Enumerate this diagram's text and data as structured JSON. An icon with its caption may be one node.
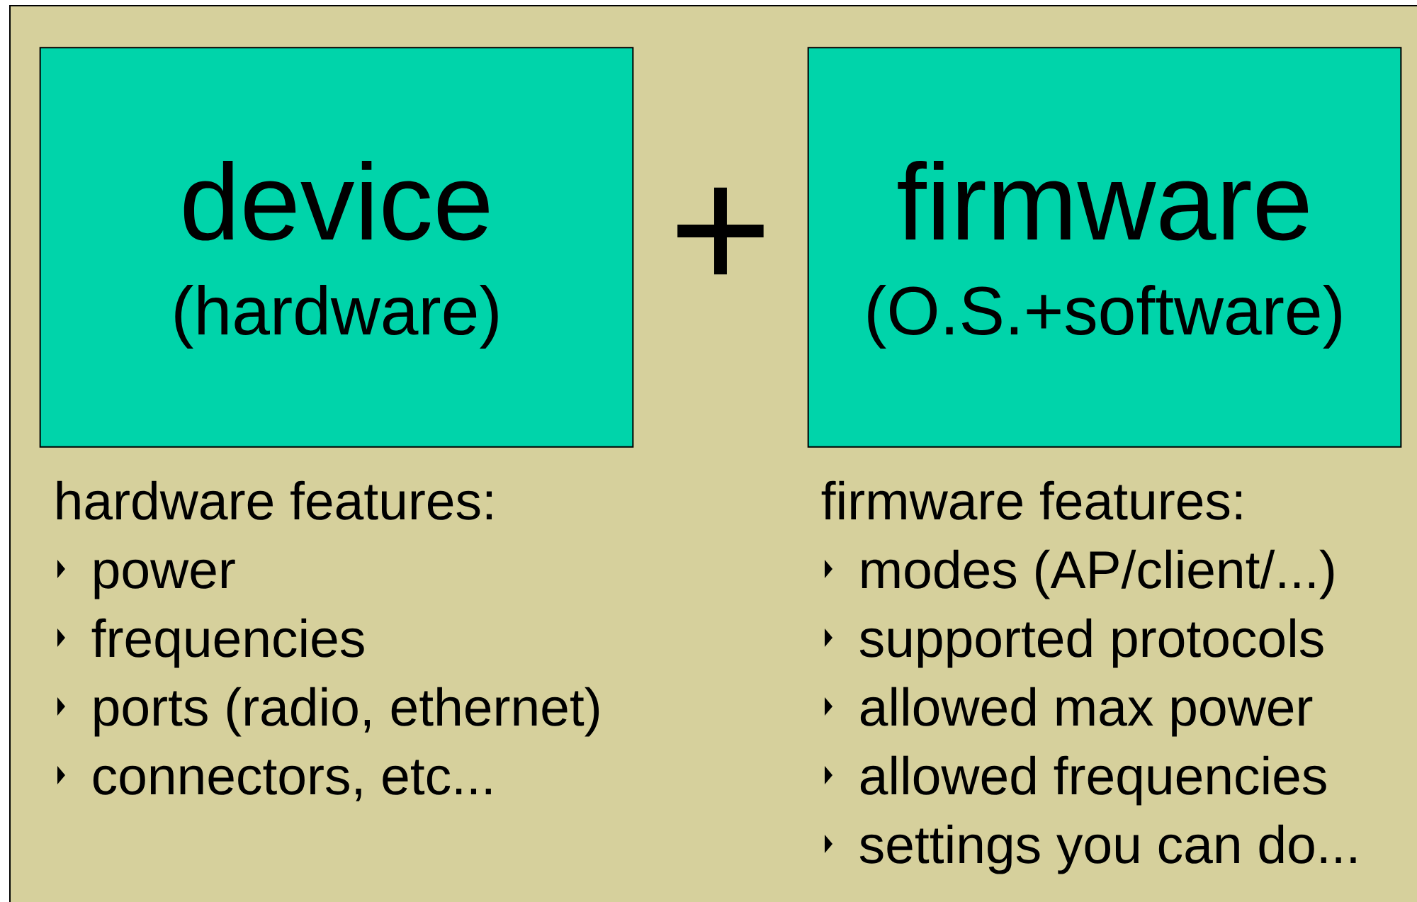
{
  "diagram": {
    "nodes": [
      {
        "text": [
          "device",
          "(hardware)"
        ],
        "beside": [
          "hardware features:",
          "power",
          "frequencies",
          "ports (radio, ethernet)",
          "connectors, etc..."
        ]
      },
      {
        "text": [
          "firmware",
          "(O.S.+software)"
        ],
        "beside": [
          "firmware features:",
          "modes (AP/client/...)",
          "supported protocols",
          "allowed max power",
          "allowed frequencies",
          "settings you can do..."
        ]
      }
    ],
    "labels": [
      "+"
    ]
  }
}
